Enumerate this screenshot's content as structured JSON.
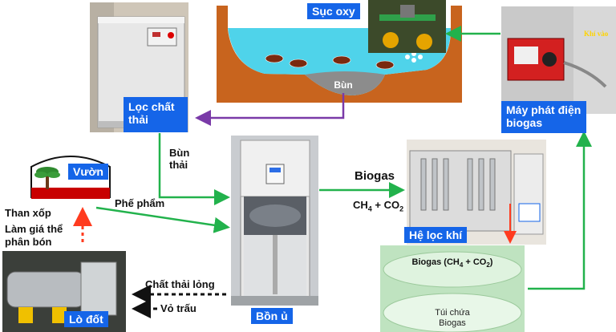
{
  "labels": {
    "oxygen": "Sục oxy",
    "sludge": "Bùn",
    "waste_filter": "Lọc chất thải",
    "generator": "Máy phát điện biogas",
    "gas_in": "Khí vào",
    "sludge_out": "Bùn thải",
    "garden": "Vườn",
    "byproduct": "Phế phẩm",
    "biogas": "Biogas",
    "ch4": "CH",
    "ch4_sub": "4",
    "co2_plus": " + CO",
    "co2_sub": "2",
    "gas_filter": "Hệ lọc khí",
    "charcoal": "Than xốp",
    "substrate": "Làm giá thể",
    "fertilizer": "phân bón",
    "furnace": "Lò đốt",
    "liquid_waste": "Chất thải lỏng",
    "husk": "Vỏ trấu",
    "digester": "Bồn ủ",
    "bag_biogas": "Biogas (CH",
    "bag_sub4": "4",
    "bag_plus": " + CO",
    "bag_sub2": "2",
    "bag_close": ")",
    "bag_label_1": "Túi chứa",
    "bag_label_2": "Biogas"
  },
  "colors": {
    "tag_bg": "#1565e8",
    "arrow_green": "#22b24c",
    "arrow_purple": "#7a3aa8",
    "arrow_orange": "#ff3b1f",
    "pond_soil": "#c8641e",
    "water": "#4fd3ea",
    "sludge": "#8c8c8c",
    "garden_red": "#c80000"
  }
}
